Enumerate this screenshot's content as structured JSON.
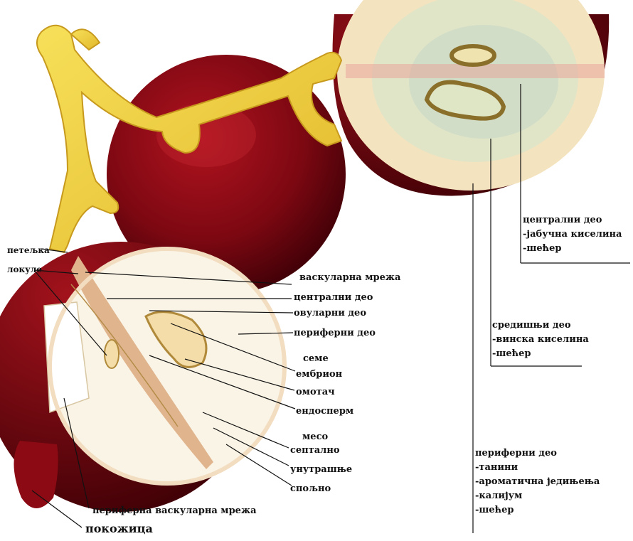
{
  "labels": {
    "stem": "петељка",
    "locules": "локуле",
    "vascular_net": "васкуларна мрежа",
    "central_part": "централни део",
    "ovular_part": "овуларни део",
    "peripheral_part": "периферни део",
    "seed": "семе",
    "embryo": "ембрион",
    "coat": "омотач",
    "endosperm": "ендосперм",
    "flesh": "месо",
    "septal": "септално",
    "inner": "унутрашње",
    "outer": "спољно",
    "peripheral_vascular_net": "периферна васкуларна мрежа",
    "skin": "покожица"
  },
  "zones": {
    "central": {
      "title": "централни део",
      "items": [
        "-јабучна киселина",
        "-шећер"
      ]
    },
    "middle": {
      "title": "средишњи део",
      "items": [
        "-винска киселина",
        "-шећер"
      ]
    },
    "peripheral": {
      "title": "периферни део",
      "items": [
        "-танини",
        "-ароматична једињења",
        "-калијум",
        "-шећер"
      ]
    }
  },
  "colors": {
    "skin_dark": "#5a0008",
    "skin_mid": "#8e0a16",
    "stem_yellow": "#f2d23a",
    "flesh_cream": "#f6ecd2",
    "center_green": "#d9e6d0"
  }
}
